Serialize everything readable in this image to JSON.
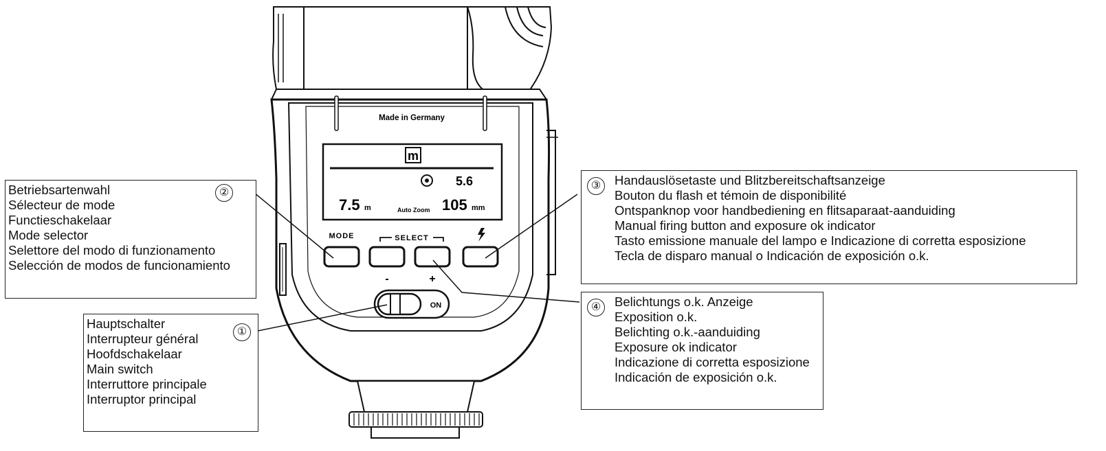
{
  "device": {
    "made_in": "Made in Germany",
    "display": {
      "mode_symbol": "m",
      "aperture_value": "5.6",
      "distance_value": "7.5",
      "distance_unit": "m",
      "zoom_label": "Auto Zoom",
      "zoom_value": "105",
      "zoom_unit": "mm"
    },
    "buttons": {
      "mode_label": "MODE",
      "select_label": "SELECT",
      "minus_label": "-",
      "plus_label": "+",
      "flash_icon": "lightning-icon"
    },
    "switch": {
      "on_label": "ON"
    }
  },
  "callouts": [
    {
      "number": "①",
      "lines": [
        "Hauptschalter",
        "Interrupteur général",
        "Hoofdschakelaar",
        "Main switch",
        "Interruttore principale",
        "Interruptor principal"
      ]
    },
    {
      "number": "②",
      "lines": [
        "Betriebsartenwahl",
        "Sélecteur de mode",
        "Functieschakelaar",
        "Mode selector",
        "Selettore del modo di funzionamento",
        "Selección de modos de funcionamiento"
      ]
    },
    {
      "number": "③",
      "lines": [
        "Handauslösetaste und Blitzbereitschaftsanzeige",
        "Bouton du flash et  témoin de disponibilité",
        "Ontspanknop voor handbediening en flitsaparaat-aanduiding",
        "Manual firing button and exposure ok indicator",
        "Tasto emissione manuale del lampo e Indicazione di corretta esposizione",
        "Tecla de disparo manual o Indicación de exposición o.k."
      ]
    },
    {
      "number": "④",
      "lines": [
        "Belichtungs o.k. Anzeige",
        "Exposition o.k.",
        "Belichting o.k.-aanduiding",
        "Exposure ok indicator",
        "Indicazione di corretta esposizione",
        "Indicación de exposición o.k."
      ]
    }
  ]
}
